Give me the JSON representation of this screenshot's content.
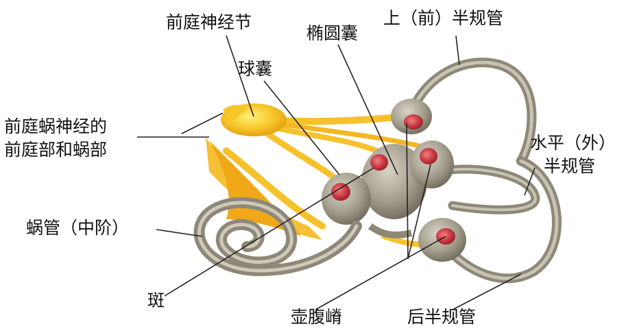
{
  "labels": {
    "vestibular_ganglion": "前庭神经节",
    "utricle": "椭圆囊",
    "superior_canal": "上（前）半规管",
    "saccule": "球囊",
    "vestibulocochlear_nerve_line1": "前庭蜗神经的",
    "vestibulocochlear_nerve_line2": "前庭部和蜗部",
    "horizontal_canal_line1": "水平（外）",
    "horizontal_canal_line2": "半规管",
    "cochlear_duct": "蜗管（中阶）",
    "macula": "斑",
    "crista_ampullaris": "壶腹嵴",
    "posterior_canal": "后半规管"
  },
  "colors": {
    "nerve": "#f2b51c",
    "nerve_light": "#ffd84a",
    "membrane": "#9a9484",
    "membrane_dark": "#6f6a5c",
    "ampulla_red": "#c4333d",
    "leader_line": "#222222"
  }
}
